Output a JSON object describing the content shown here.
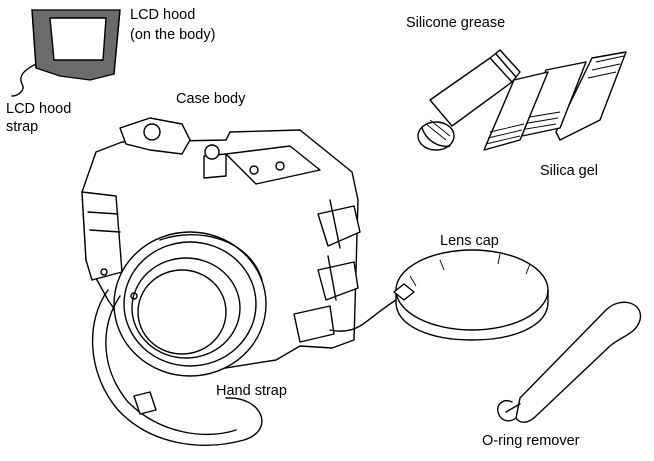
{
  "labels": {
    "lcd_hood": "LCD hood",
    "lcd_hood_on_body": "(on the body)",
    "lcd_hood_strap_line1": "LCD hood",
    "lcd_hood_strap_line2": "strap",
    "case_body": "Case body",
    "silicone_grease": "Silicone grease",
    "silica_gel": "Silica gel",
    "lens_cap": "Lens cap",
    "hand_strap": "Hand strap",
    "o_ring_remover": "O-ring remover"
  },
  "colors": {
    "line": "#000000",
    "hood_fill": "#6b6b6b",
    "background": "#ffffff"
  }
}
